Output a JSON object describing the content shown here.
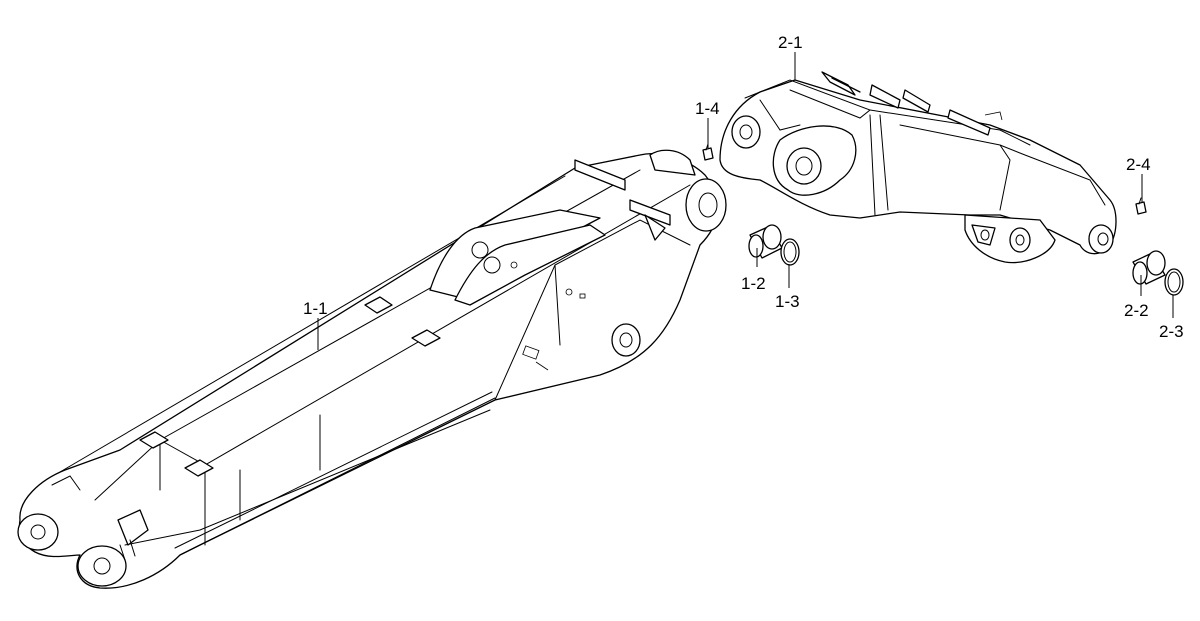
{
  "callouts": {
    "c1_1": "1-1",
    "c1_2": "1-2",
    "c1_3": "1-3",
    "c1_4": "1-4",
    "c2_1": "2-1",
    "c2_2": "2-2",
    "c2_3": "2-3",
    "c2_4": "2-4"
  }
}
